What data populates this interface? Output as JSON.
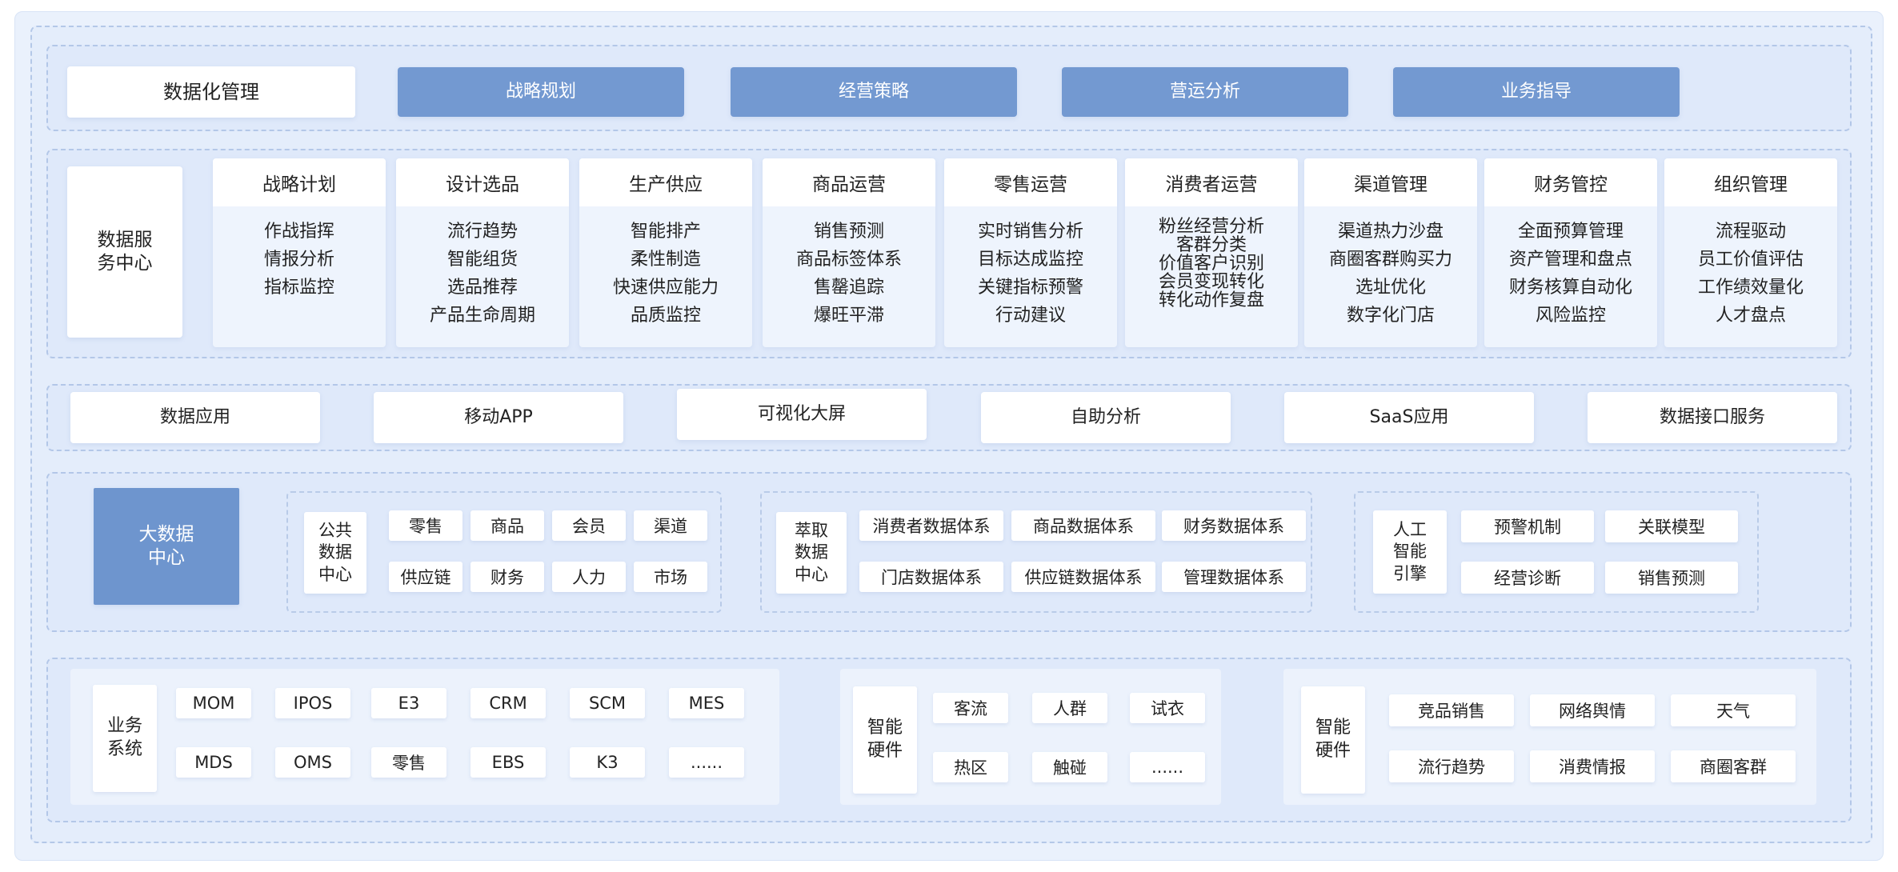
{
  "top_row": {
    "title": "数据化管理",
    "items": [
      "战略规划",
      "经营策略",
      "营运分析",
      "业务指导"
    ]
  },
  "service_center": {
    "label": "数据服\n务中心",
    "columns": [
      {
        "title": "战略计划",
        "items": [
          "作战指挥",
          "情报分析",
          "指标监控"
        ]
      },
      {
        "title": "设计选品",
        "items": [
          "流行趋势",
          "智能组货",
          "选品推荐",
          "产品生命周期"
        ]
      },
      {
        "title": "生产供应",
        "items": [
          "智能排产",
          "柔性制造",
          "快速供应能力",
          "品质监控"
        ]
      },
      {
        "title": "商品运营",
        "items": [
          "销售预测",
          "商品标签体系",
          "售罄追踪",
          "爆旺平滞"
        ]
      },
      {
        "title": "零售运营",
        "items": [
          "实时销售分析",
          "目标达成监控",
          "关键指标预警",
          "行动建议"
        ]
      },
      {
        "title": "消费者运营",
        "items": [
          "粉丝经营分析",
          "客群分类",
          "价值客户识别",
          "会员变现转化",
          "转化动作复盘"
        ]
      },
      {
        "title": "渠道管理",
        "items": [
          "渠道热力沙盘",
          "商圈客群购买力",
          "选址优化",
          "数字化门店"
        ]
      },
      {
        "title": "财务管控",
        "items": [
          "全面预算管理",
          "资产管理和盘点",
          "财务核算自动化",
          "风险监控"
        ]
      },
      {
        "title": "组织管理",
        "items": [
          "流程驱动",
          "员工价值评估",
          "工作绩效量化",
          "人才盘点"
        ]
      }
    ]
  },
  "apps": [
    "数据应用",
    "移动APP",
    "可视化大屏",
    "自助分析",
    "SaaS应用",
    "数据接口服务"
  ],
  "big_data": {
    "label": "大数据\n中心",
    "public": {
      "label": "公共\n数据\n中心",
      "items": [
        "零售",
        "商品",
        "会员",
        "渠道",
        "供应链",
        "财务",
        "人力",
        "市场"
      ]
    },
    "extract": {
      "label": "萃取\n数据\n中心",
      "items": [
        "消费者数据体系",
        "商品数据体系",
        "财务数据体系",
        "门店数据体系",
        "供应链数据体系",
        "管理数据体系"
      ]
    },
    "ai": {
      "label": "人工\n智能\n引擎",
      "items": [
        "预警机制",
        "关联模型",
        "经营诊断",
        "销售预测"
      ]
    }
  },
  "bottom": {
    "business": {
      "label": "业务\n系统",
      "items": [
        "MOM",
        "IPOS",
        "E3",
        "CRM",
        "SCM",
        "MES",
        "MDS",
        "OMS",
        "零售",
        "EBS",
        "K3",
        "......"
      ]
    },
    "hardware": {
      "label": "智能\n硬件",
      "items": [
        "客流",
        "人群",
        "试衣",
        "热区",
        "触碰",
        "......"
      ]
    },
    "external": {
      "label": "智能\n硬件",
      "items": [
        "竞品销售",
        "网络舆情",
        "天气",
        "流行趋势",
        "消费情报",
        "商圈客群"
      ]
    }
  },
  "colors": {
    "accent": "#7399d1",
    "accent_strong": "#6e95ce",
    "background": "#e4edfb",
    "dash": "#b3c7e8"
  }
}
